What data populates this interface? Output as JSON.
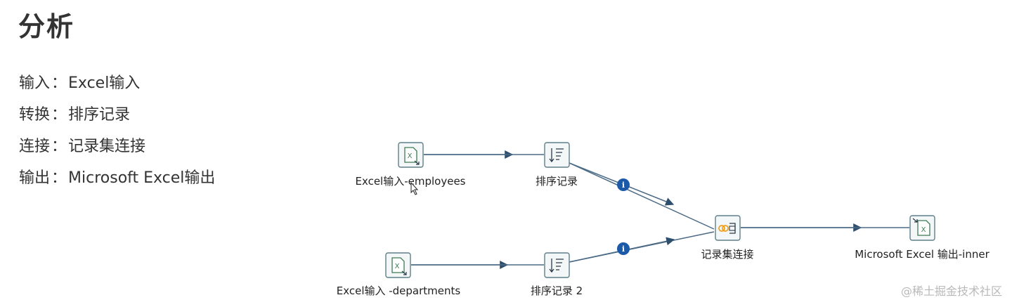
{
  "heading": "分析",
  "info_rows": [
    {
      "key": "输入",
      "sep": "：",
      "value": "Excel输入"
    },
    {
      "key": "转换",
      "sep": "：",
      "value": "排序记录"
    },
    {
      "key": "连接",
      "sep": "：",
      "value": "记录集连接"
    },
    {
      "key": "输出",
      "sep": "：",
      "value": "Microsoft Excel输出"
    }
  ],
  "flow": {
    "nodes": [
      {
        "id": "excel-in-employees",
        "label": "Excel输入-employees",
        "icon": "excel-input-icon"
      },
      {
        "id": "sort-1",
        "label": "排序记录",
        "icon": "sort-rows-icon"
      },
      {
        "id": "excel-in-departments",
        "label": "Excel输入 -departments",
        "icon": "excel-input-icon"
      },
      {
        "id": "sort-2",
        "label": "排序记录 2",
        "icon": "sort-rows-icon"
      },
      {
        "id": "merge-join",
        "label": "记录集连接",
        "icon": "merge-join-icon"
      },
      {
        "id": "excel-out",
        "label": "Microsoft Excel 输出-inner",
        "icon": "excel-output-icon"
      }
    ],
    "hops": [
      {
        "from": "excel-in-employees",
        "to": "sort-1",
        "info": false
      },
      {
        "from": "sort-1",
        "to": "merge-join",
        "info": true
      },
      {
        "from": "excel-in-departments",
        "to": "sort-2",
        "info": false
      },
      {
        "from": "sort-2",
        "to": "merge-join",
        "info": true
      },
      {
        "from": "merge-join",
        "to": "excel-out",
        "info": false
      }
    ],
    "info_glyph": "i",
    "colors": {
      "hop": "#4b6a86",
      "info_badge": "#1a5aa8",
      "merge_accent": "#f0a020"
    }
  },
  "watermark": "@稀土掘金技术社区"
}
